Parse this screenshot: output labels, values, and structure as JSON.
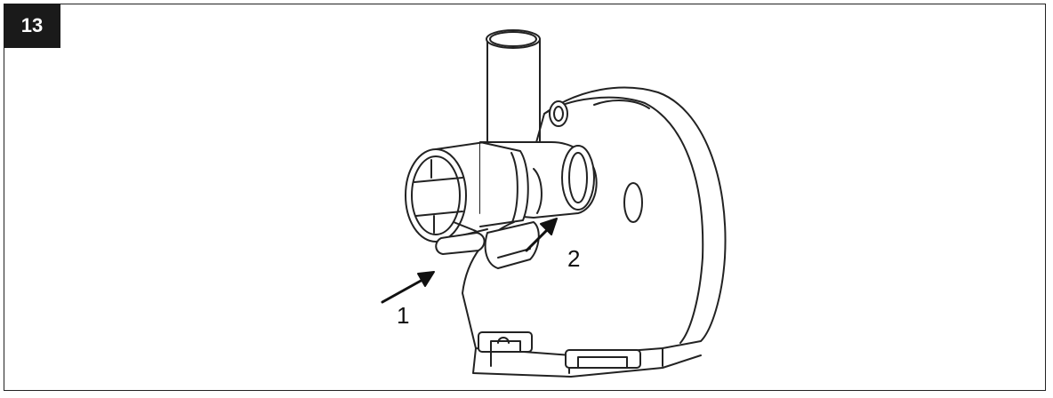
{
  "step": {
    "number": "13"
  },
  "callouts": [
    {
      "label": "1"
    },
    {
      "label": "2"
    }
  ],
  "colors": {
    "line": "#222222",
    "badge": "#1a1a1a"
  }
}
